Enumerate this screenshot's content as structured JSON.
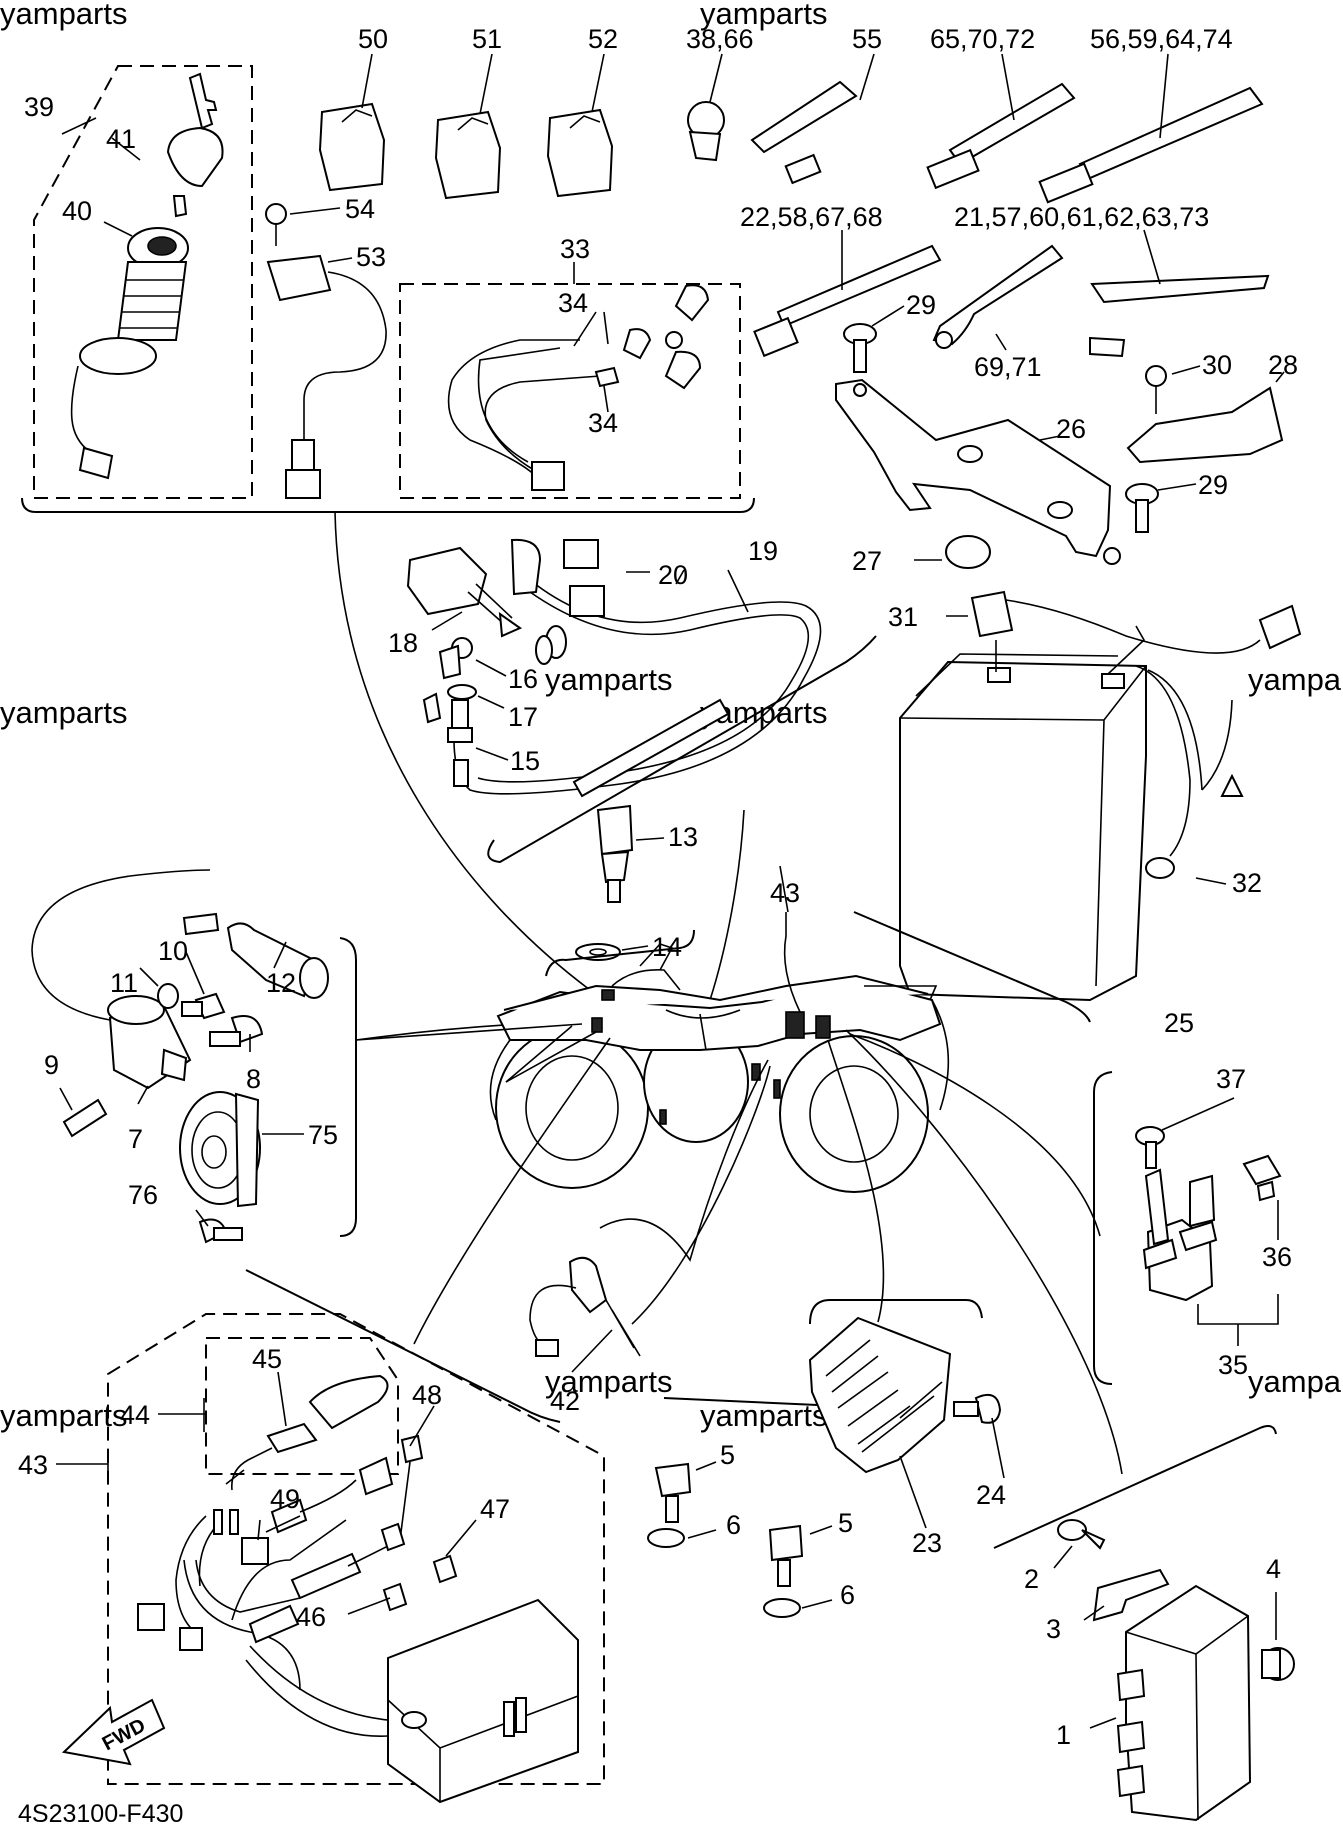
{
  "watermark": "yamparts",
  "diagram_code": "4S23100-F430",
  "fwd_label": "FWD",
  "callouts": {
    "c1": "1",
    "c2": "2",
    "c3": "3",
    "c4": "4",
    "c5a": "5",
    "c5b": "5",
    "c6a": "6",
    "c6b": "6",
    "c7": "7",
    "c8": "8",
    "c9": "9",
    "c10": "10",
    "c11": "11",
    "c12": "12",
    "c13": "13",
    "c14": "14",
    "c15": "15",
    "c16": "16",
    "c17": "17",
    "c18": "18",
    "c19": "19",
    "c20": "20",
    "c22": "22,58,67,68",
    "c21": "21,57,60,61,62,63,73",
    "c23": "23",
    "c24": "24",
    "c25": "25",
    "c26": "26",
    "c27": "27",
    "c28": "28",
    "c29a": "29",
    "c29b": "29",
    "c30": "30",
    "c31": "31",
    "c32": "32",
    "c33": "33",
    "c34a": "34",
    "c34b": "34",
    "c35": "35",
    "c36": "36",
    "c37": "37",
    "c38": "38,66",
    "c39": "39",
    "c40": "40",
    "c41": "41",
    "c42": "42",
    "c43a": "43",
    "c43b": "43",
    "c44": "44",
    "c45": "45",
    "c46": "46",
    "c47": "47",
    "c48": "48",
    "c49": "49",
    "c50": "50",
    "c51": "51",
    "c52": "52",
    "c53": "53",
    "c54": "54",
    "c55": "55",
    "c65": "65,70,72",
    "c56": "56,59,64,74",
    "c69": "69,71",
    "c75": "75",
    "c76": "76"
  }
}
